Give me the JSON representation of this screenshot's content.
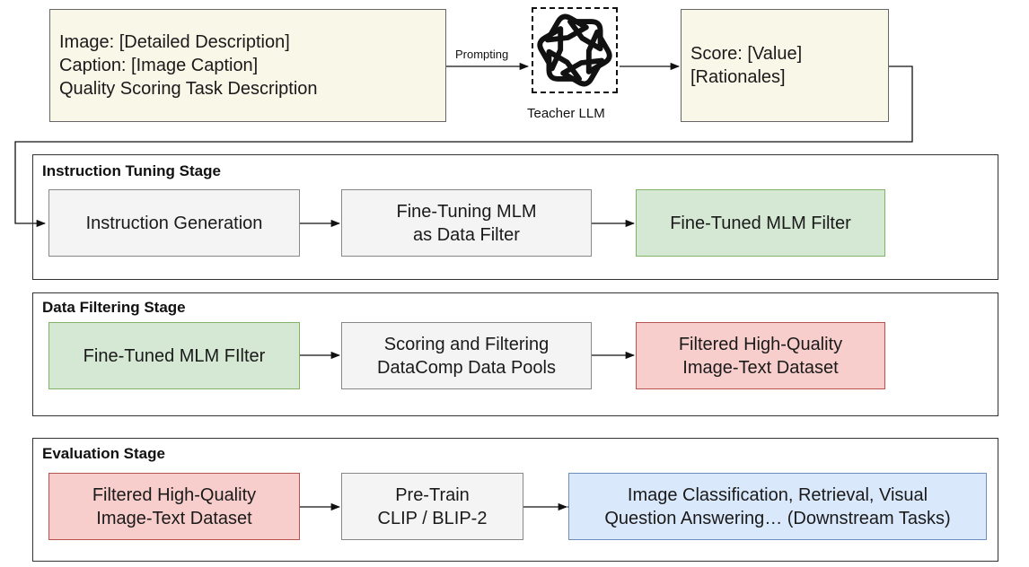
{
  "top": {
    "input_box": [
      "Image: [Detailed Description]",
      "Caption: [Image Caption]",
      "Quality Scoring Task Description"
    ],
    "prompting_label": "Prompting",
    "teacher_label": "Teacher LLM",
    "teacher_icon": "openai-logo-icon",
    "output_box": [
      "Score: [Value]",
      "[Rationales]"
    ]
  },
  "stages": {
    "instruction": {
      "title": "Instruction Tuning Stage",
      "boxes": [
        "Instruction Generation",
        "Fine-Tuning MLM\nas Data Filter",
        "Fine-Tuned MLM Filter"
      ]
    },
    "filtering": {
      "title": "Data Filtering Stage",
      "boxes": [
        "Fine-Tuned MLM FIlter",
        "Scoring and Filtering\nDataComp Data Pools",
        "Filtered High-Quality\nImage-Text Dataset"
      ]
    },
    "evaluation": {
      "title": "Evaluation Stage",
      "boxes": [
        "Filtered High-Quality\nImage-Text Dataset",
        "Pre-Train\nCLIP / BLIP-2",
        "Image Classification, Retrieval, Visual\nQuestion Answering… (Downstream Tasks)"
      ]
    }
  },
  "colors": {
    "cream": "#f9f7e8",
    "green": "#d5e8d4",
    "red": "#f8cecc",
    "blue": "#dae8fc",
    "gray": "#f4f4f4"
  }
}
